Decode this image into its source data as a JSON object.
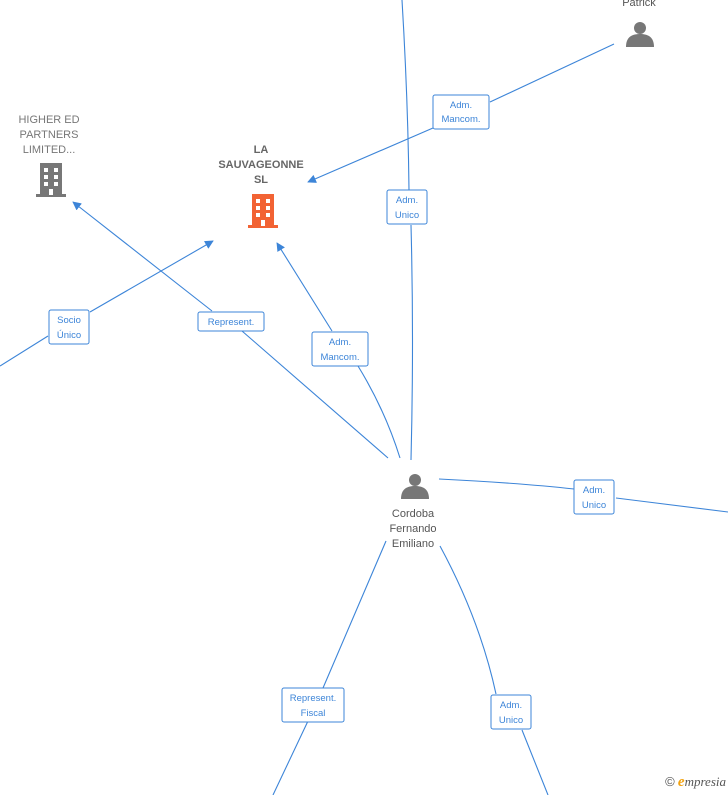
{
  "colors": {
    "edge": "#3d85d8",
    "person_icon": "#777777",
    "company_icon": "#777777",
    "focus_company_icon": "#f26334",
    "brand_accent": "#f2a20f"
  },
  "nodes": [
    {
      "id": "patrick",
      "type": "person",
      "label": [
        "Patrick"
      ]
    },
    {
      "id": "higher_ed",
      "type": "company",
      "label": [
        "HIGHER ED",
        "PARTNERS",
        "LIMITED..."
      ]
    },
    {
      "id": "la_sauvageonne",
      "type": "company-focus",
      "label": [
        "LA",
        "SAUVAGEONNE",
        "SL"
      ]
    },
    {
      "id": "cordoba",
      "type": "person",
      "label": [
        "Cordoba",
        "Fernando",
        "Emiliano"
      ]
    }
  ],
  "edges": [
    {
      "id": "e1",
      "label": [
        "Adm.",
        "Mancom."
      ]
    },
    {
      "id": "e2",
      "label": [
        "Adm.",
        "Unico"
      ]
    },
    {
      "id": "e3",
      "label": [
        "Socio",
        "Único"
      ]
    },
    {
      "id": "e4",
      "label": [
        "Represent."
      ]
    },
    {
      "id": "e5",
      "label": [
        "Adm.",
        "Mancom."
      ]
    },
    {
      "id": "e6",
      "label": [
        "Adm.",
        "Unico"
      ]
    },
    {
      "id": "e7",
      "label": [
        "Represent.",
        "Fiscal"
      ]
    },
    {
      "id": "e8",
      "label": [
        "Adm.",
        "Unico"
      ]
    }
  ],
  "brand": {
    "copyright": "©",
    "initial": "e",
    "name": "mpresia"
  }
}
